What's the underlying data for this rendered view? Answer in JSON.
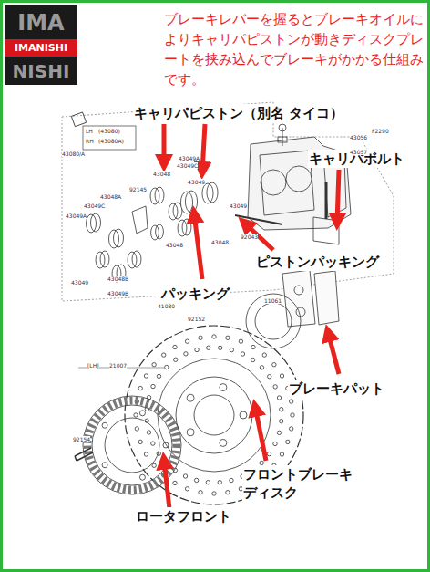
{
  "diagram": {
    "title": "ブレーキレバーを握るとブレーキオイルによりキャリパピストンが動きディスクプレートを挟み込んでブレーキがかかる仕組みです。",
    "nodes": [
      {
        "text": [
          "IMA",
          "IMANISHI",
          "NISHI"
        ]
      }
    ],
    "labels": [
      "キャリパピストン（別名 タイコ）",
      "キャリパボルト",
      "ピストンパッキング",
      "パッキング",
      "ブレーキパット",
      "フロントブレーキ ディスク",
      "ロータフロント",
      "LH",
      "(43080)",
      "RH",
      "(43080A)",
      "43080/A",
      "43056",
      "43057",
      "F2290",
      "43049A",
      "92145",
      "43048A",
      "43049C",
      "43049A",
      "43048",
      "43049",
      "43048B",
      "43049B",
      "43049",
      "43048",
      "43048",
      "92043",
      "43049",
      "41080",
      "92152",
      "11061",
      "[LH]",
      "21007",
      "92154",
      "43049C"
    ]
  }
}
